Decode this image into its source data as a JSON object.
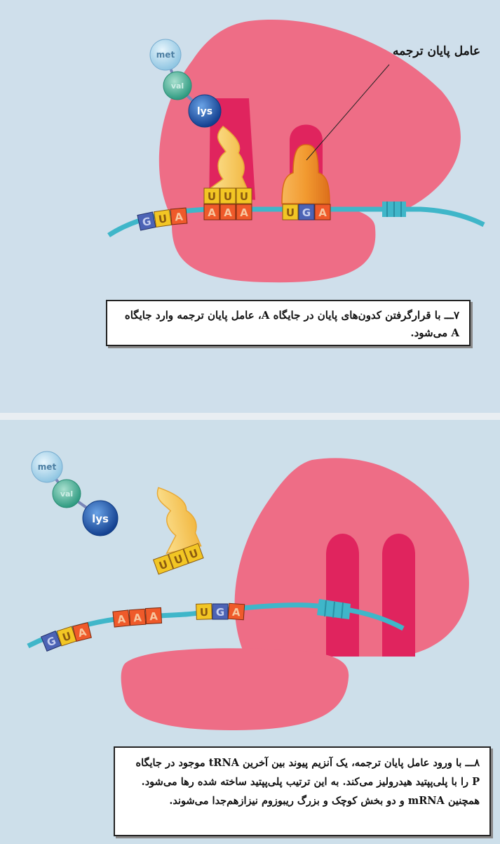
{
  "panel1": {
    "release_factor_label": "عامل پایان ترجمه",
    "amino_acids": [
      "met",
      "val",
      "lys"
    ],
    "trna_anticodon": [
      "U",
      "U",
      "U"
    ],
    "mrna_codons": {
      "exit": [
        "G",
        "U",
        "A"
      ],
      "p_site": [
        "A",
        "A",
        "A"
      ],
      "a_site": [
        "U",
        "G",
        "A"
      ]
    },
    "caption": "۷ـــ با قرارگرفتن کدون‌های پایان در جایگاه A، عامل پایان ترجمه وارد جایگاه A می‌شود."
  },
  "panel2": {
    "amino_acids": [
      "met",
      "val",
      "lys"
    ],
    "trna_anticodon": [
      "U",
      "U",
      "U"
    ],
    "mrna_codons": {
      "first": [
        "G",
        "U",
        "A"
      ],
      "second": [
        "A",
        "A",
        "A"
      ],
      "third": [
        "U",
        "G",
        "A"
      ]
    },
    "caption": "۸ـــ با ورود عامل پایان ترجمه، یک آنزیم پیوند بین آخرین tRNA موجود در جایگاه P را با پلی‌پپتید هیدرولیز می‌کند. به این ترتیب پلی‌پپتید ساخته شده رها می‌شود. همچنین mRNA و دو بخش کوچک و بزرگ ریبوزوم نیزازهم‌جدا می‌شوند."
  },
  "colors": {
    "ribosome": "#ee6d86",
    "ribosome_dark": "#e0245e",
    "mrna": "#3fb6c9",
    "release_factor": "#f39a34",
    "trna": "#f7c85a",
    "base_U": "#f2c624",
    "base_A": "#ef5a2a",
    "base_G": "#4c63b5",
    "met": "#a8d6ee",
    "val": "#52b49b",
    "lys": "#2a68b8"
  }
}
